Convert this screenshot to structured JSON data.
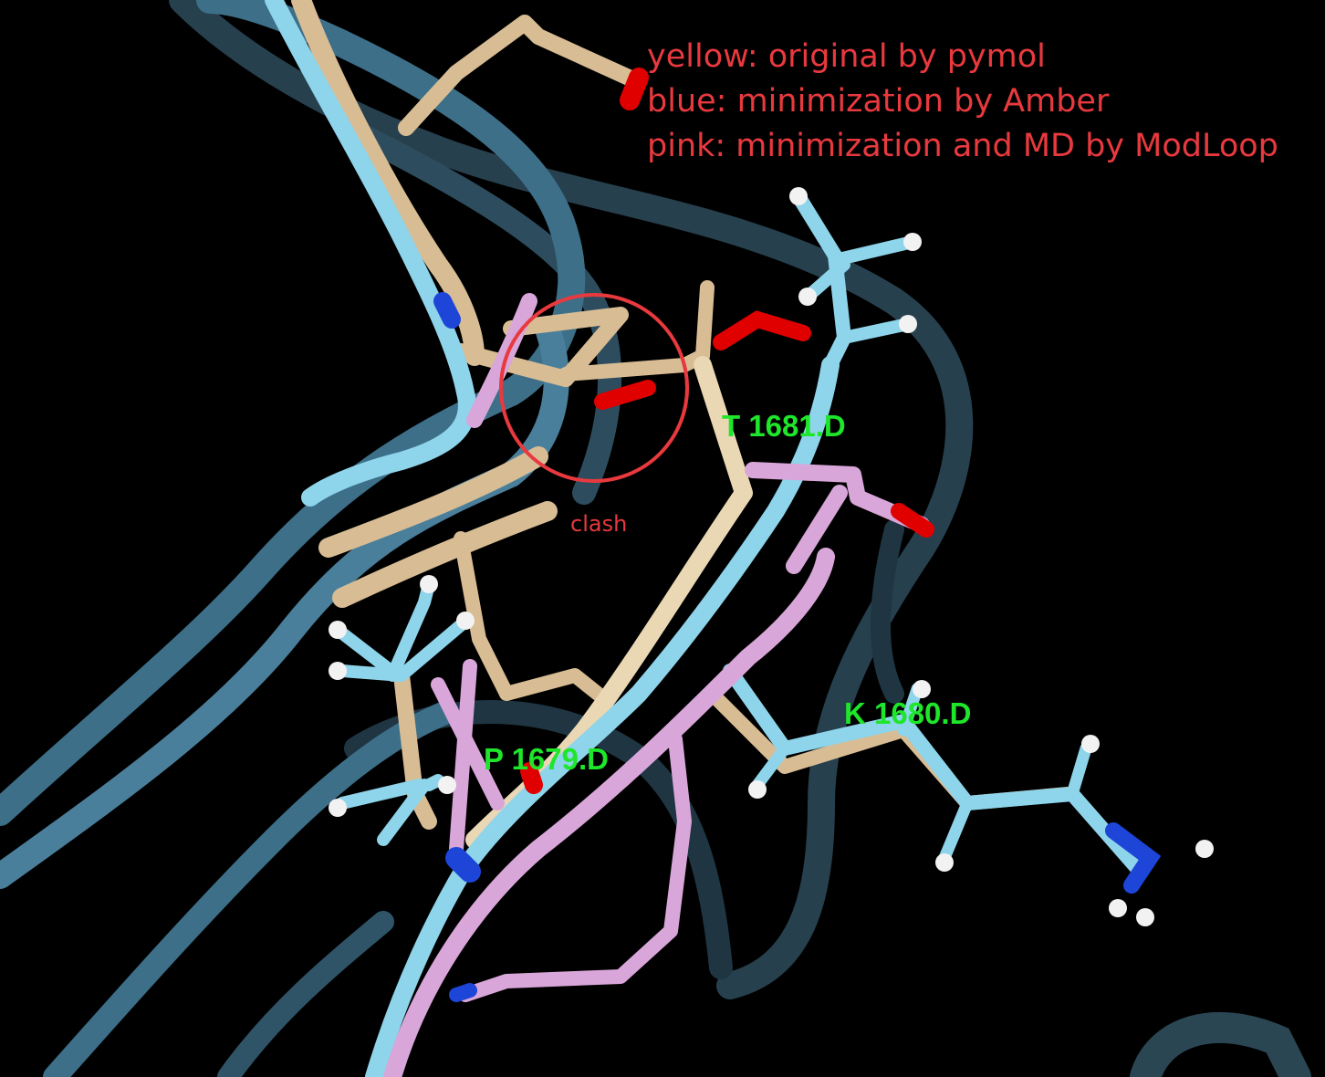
{
  "legend": {
    "line1": "yellow: original by pymol",
    "line2": "blue: minimization by Amber",
    "line3": "pink: minimization and MD by ModLoop"
  },
  "annotation": {
    "clash": "clash"
  },
  "residues": {
    "t1681": "T 1681.D",
    "k1680": "K 1680.D",
    "p1679": "P 1679.D"
  },
  "colors": {
    "background": "#000000",
    "legend_text": "#e8393e",
    "residue_label": "#1ee62a",
    "clash_circle": "#e8393e",
    "yellow_model": "#d8bc94",
    "blue_model": "#8ed4ea",
    "pink_model": "#d9a6d9",
    "ribbon": "#4a7f9b",
    "oxygen": "#e00000",
    "nitrogen": "#1d45d8",
    "hydrogen": "#f2f2f2"
  }
}
